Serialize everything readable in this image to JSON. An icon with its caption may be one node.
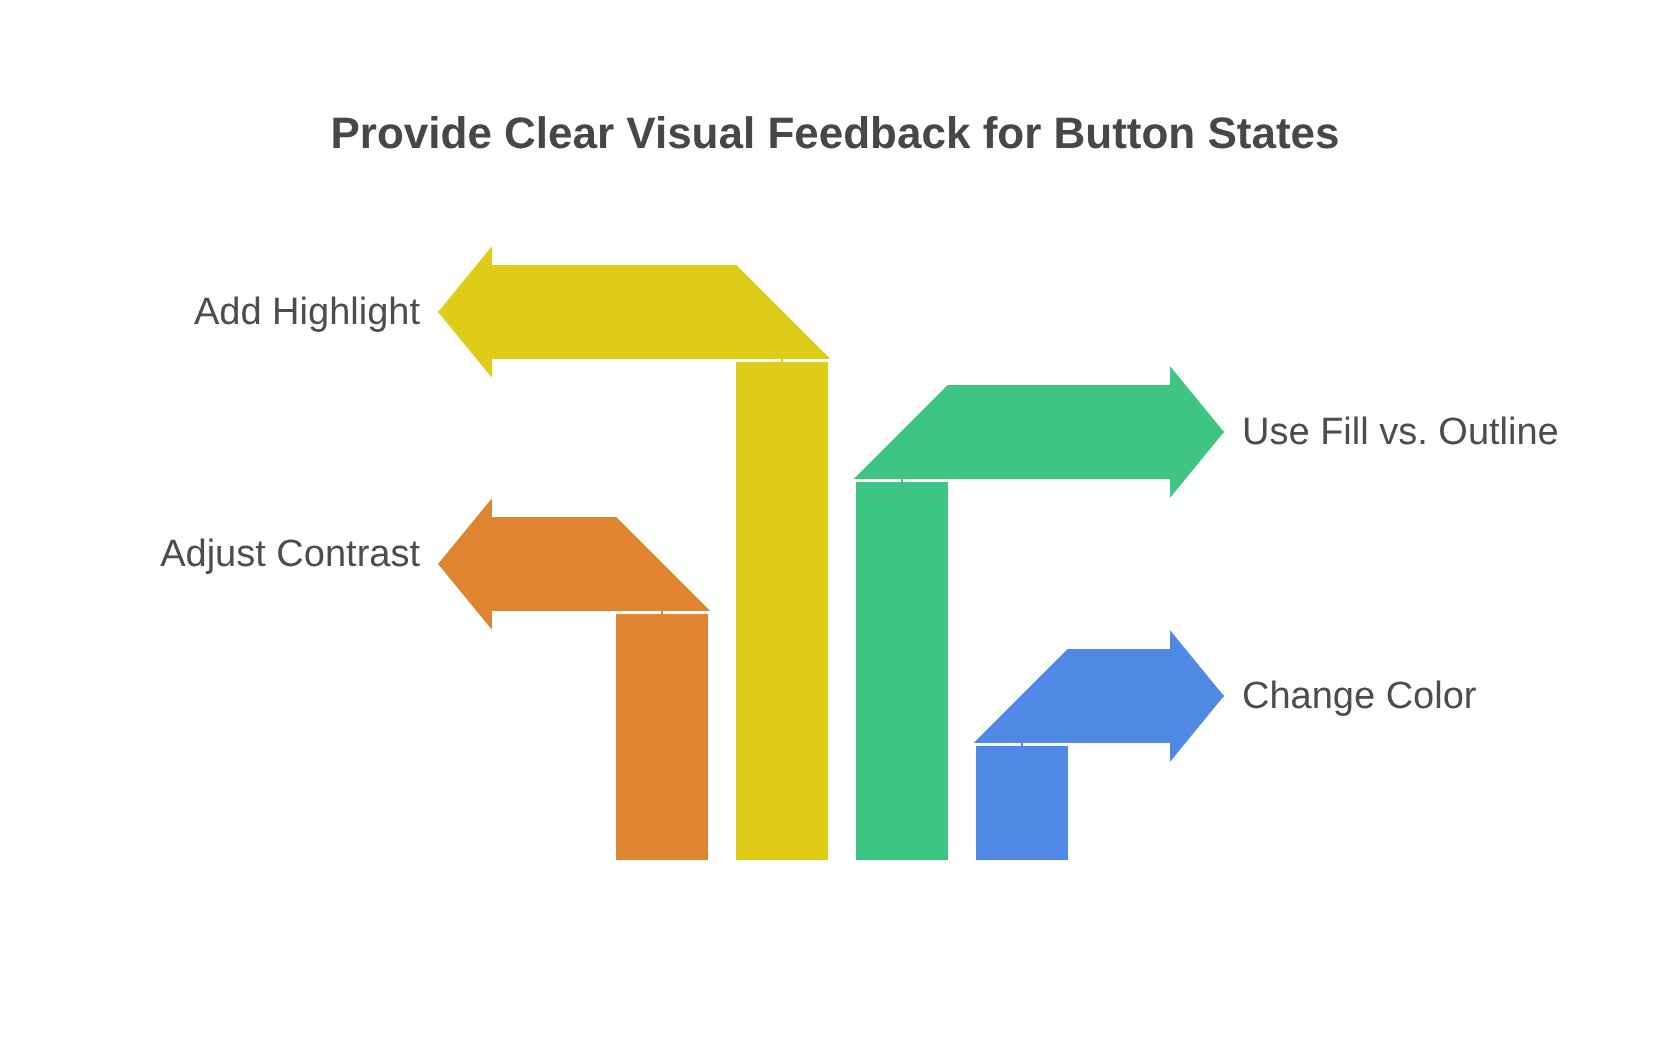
{
  "diagram": {
    "title": "Provide Clear Visual Feedback for Button States",
    "nodes": [
      {
        "text": [
          "Add Highlight"
        ]
      },
      {
        "text": [
          "Use Fill vs. Outline"
        ]
      },
      {
        "text": [
          "Adjust Contrast"
        ]
      },
      {
        "text": [
          "Change Color"
        ]
      },
      {
        "text": [],
        "shape": "bar"
      },
      {
        "text": [],
        "shape": "bar"
      },
      {
        "text": [],
        "shape": "bar"
      },
      {
        "text": [],
        "shape": "bar"
      }
    ],
    "edges": [
      {
        "from": 4,
        "to": 2,
        "arrow": "to",
        "color": "#df8431"
      },
      {
        "from": 5,
        "to": 0,
        "arrow": "to",
        "color": "#dfcc18"
      },
      {
        "from": 6,
        "to": 1,
        "arrow": "to",
        "color": "#3ec584"
      },
      {
        "from": 7,
        "to": 3,
        "arrow": "to",
        "color": "#4f89e5"
      }
    ]
  }
}
